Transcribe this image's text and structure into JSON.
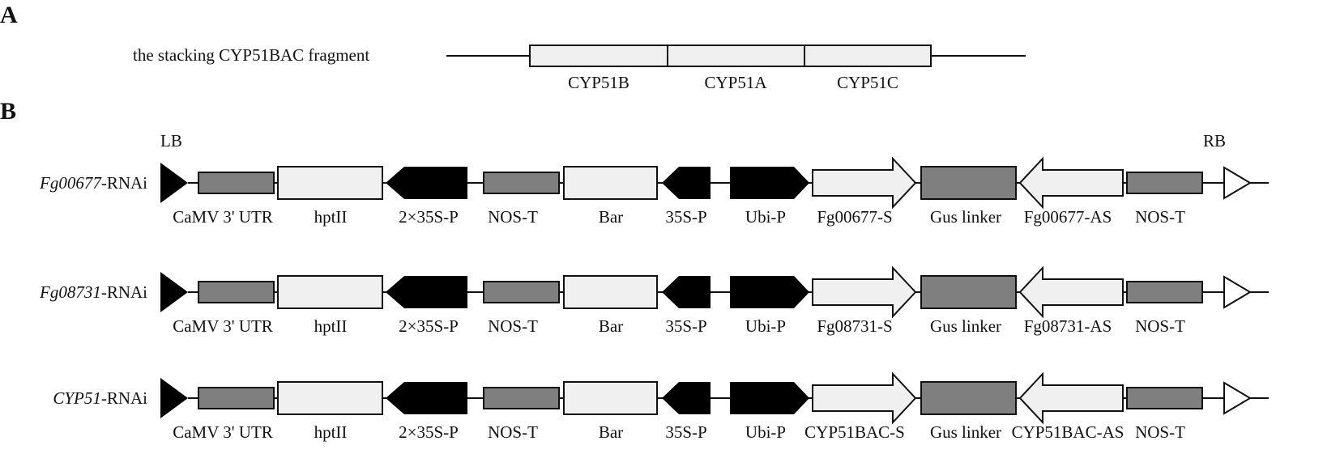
{
  "panel_a": {
    "label": "A",
    "fragment_label": "the stacking CYP51BAC  fragment",
    "segments": [
      "CYP51B",
      "CYP51A",
      "CYP51C"
    ]
  },
  "panel_b": {
    "label": "B",
    "lb_label": "LB",
    "rb_label": "RB",
    "constructs": [
      {
        "name_italic": "Fg00677",
        "name_suffix": "-RNAi",
        "elements": [
          "CaMV 3' UTR",
          "hptII",
          "2×35S-P",
          "NOS-T",
          "Bar",
          "35S-P",
          "Ubi-P",
          "Fg00677-S",
          "Gus linker",
          "Fg00677-AS",
          "NOS-T"
        ]
      },
      {
        "name_italic": "Fg08731",
        "name_suffix": "-RNAi",
        "elements": [
          "CaMV 3' UTR",
          "hptII",
          "2×35S-P",
          "NOS-T",
          "Bar",
          "35S-P",
          "Ubi-P",
          "Fg08731-S",
          "Gus linker",
          "Fg08731-AS",
          "NOS-T"
        ]
      },
      {
        "name_italic": "CYP51",
        "name_suffix": "-RNAi",
        "elements": [
          "CaMV 3' UTR",
          "hptII",
          "2×35S-P",
          "NOS-T",
          "Bar",
          "35S-P",
          "Ubi-P",
          "CYP51BAC-S",
          "Gus linker",
          "CYP51BAC-AS",
          "NOS-T"
        ]
      }
    ]
  },
  "colors": {
    "light_fill": "#f0f0f0",
    "gray_fill": "#7f7f7f",
    "black_fill": "#000000",
    "stroke": "#111111"
  }
}
